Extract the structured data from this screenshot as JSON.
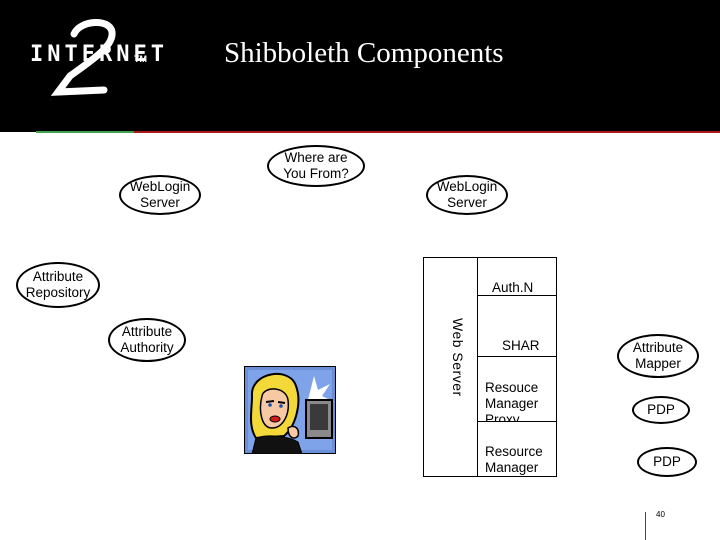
{
  "slide": {
    "title": "Shibboleth Components",
    "page_number": "40"
  },
  "logo": {
    "text": "INTERNET",
    "tm": "TM",
    "numeral": "2"
  },
  "bubbles": {
    "where_from": "Where are\nYou From?",
    "weblogin_left": "WebLogin\nServer",
    "weblogin_right": "WebLogin\nServer",
    "attribute_repository": "Attribute\nRepository",
    "attribute_authority": "Attribute\nAuthority",
    "attribute_mapper": "Attribute\nMapper",
    "pdp_1": "PDP",
    "pdp_2": "PDP"
  },
  "server_stack": {
    "web_server": "Web Server",
    "authn": "Auth.N",
    "shar": "SHAR",
    "resource_manager_proxy": "Resouce\nManager\nProxy",
    "resource_manager": "Resource\nManager"
  },
  "colors": {
    "header_bg": "#000000",
    "accent_red": "#b01818",
    "accent_green": "#3fa34d"
  }
}
